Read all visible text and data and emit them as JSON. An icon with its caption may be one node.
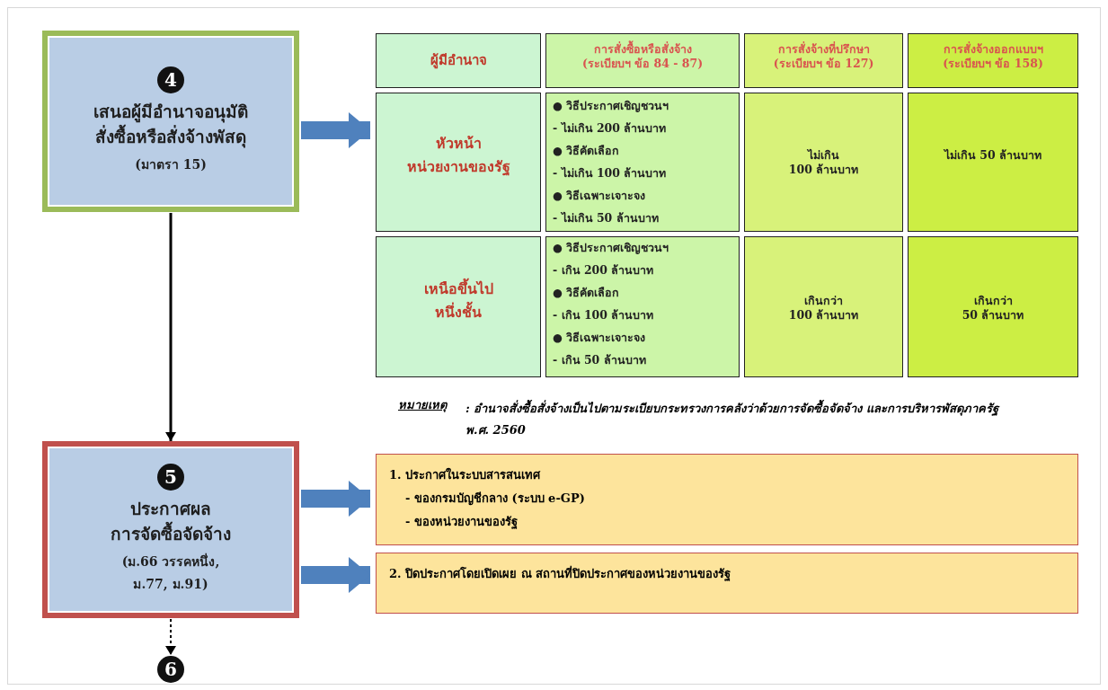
{
  "diagram": {
    "nodes": [
      {
        "text": [
          "4",
          "เสนอผู้มีอำนาจอนุมัติ สั่งซื้อหรือสั่งจ้างพัสดุ",
          "(มาตรา 15)"
        ]
      },
      {
        "text": [],
        "shape": "box"
      },
      {
        "text": [
          "5",
          "ประกาศผล การจัดซื้อจัดจ้าง",
          "(ม.66 วรรคหนึ่ง, ม.77, ม.91)"
        ]
      },
      {
        "text": [
          "1. ประกาศในระบบสารสนเทศ",
          "- ของกรมบัญชีกลาง (ระบบ e-GP)",
          "- ของหน่วยงานของรัฐ"
        ]
      },
      {
        "text": [
          "2. ปิดประกาศโดยเปิดเผย ณ สถานที่ปิดประกาศของหน่วยงานของรัฐ"
        ]
      },
      {
        "text": [
          "6"
        ]
      }
    ],
    "edges": [
      {
        "from": 0,
        "to": 1,
        "arrow": "to"
      },
      {
        "from": 0,
        "to": 2,
        "arrow": "to",
        "color": "#000000"
      },
      {
        "from": 2,
        "to": 3,
        "arrow": "to"
      },
      {
        "from": 2,
        "to": 4,
        "arrow": "to"
      },
      {
        "from": 2,
        "to": 5,
        "arrow": "to",
        "style": "dashed",
        "color": "#000000"
      }
    ],
    "labels": [
      "ผู้มีอำนาจ",
      "การสั่งซื้อหรือสั่งจ้าง (ระเบียบฯ ข้อ 84 - 87)",
      "การสั่งจ้างที่ปรึกษา (ระเบียบฯ ข้อ 127)",
      "การสั่งจ้างออกแบบฯ (ระเบียบฯ ข้อ 158)",
      "หัวหน้า หน่วยงานของรัฐ",
      "● วิธีประกาศเชิญชวนฯ",
      "- ไม่เกิน 200 ล้านบาท",
      "● วิธีคัดเลือก",
      "- ไม่เกิน 100 ล้านบาท",
      "● วิธีเฉพาะเจาะจง",
      "- ไม่เกิน 50 ล้านบาท",
      "ไม่เกิน 100 ล้านบาท",
      "ไม่เกิน 50 ล้านบาท",
      "เหนือขึ้นไป หนึ่งชั้น",
      "● วิธีประกาศเชิญชวนฯ",
      "- เกิน 200 ล้านบาท",
      "● วิธีคัดเลือก",
      "- เกิน 100 ล้านบาท",
      "● วิธีเฉพาะเจาะจง",
      "- เกิน 50 ล้านบาท",
      "เกินกว่า 100 ล้านบาท",
      "เกินกว่า 50 ล้านบาท",
      "หมายเหตุ",
      ": อำนาจสั่งซื้อสั่งจ้างเป็นไปตามระเบียบกระทรวงการคลังว่าด้วยการจัดซื้อจัดจ้าง และการบริหารพัสดุภาครัฐ พ.ศ. 2560"
    ]
  }
}
